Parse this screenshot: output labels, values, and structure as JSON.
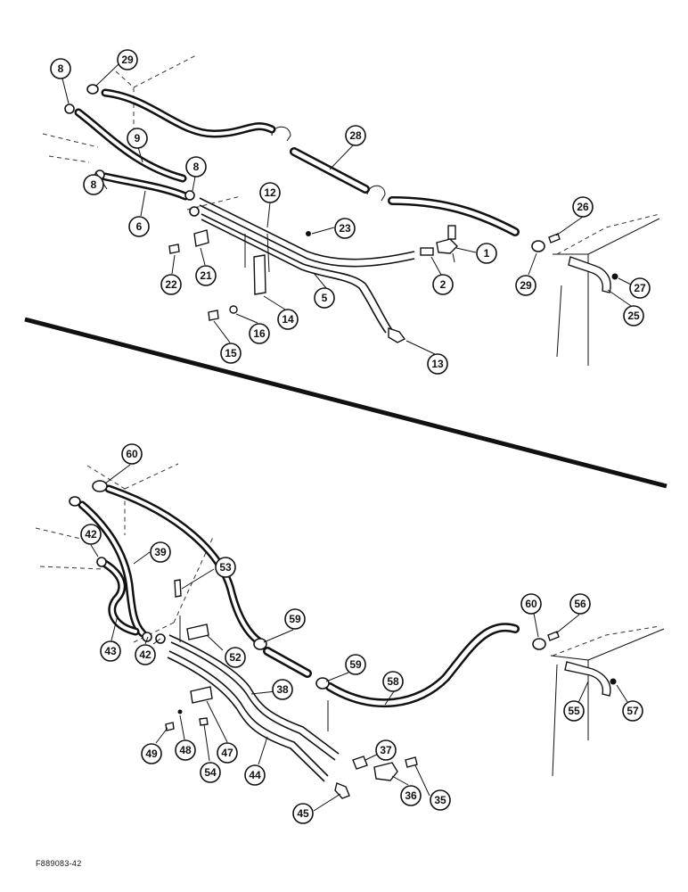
{
  "figure_code": "F889083-42",
  "callouts": {
    "c1": "1",
    "c2": "2",
    "c5": "5",
    "c6": "6",
    "c8a": "8",
    "c8b": "8",
    "c8c": "8",
    "c9": "9",
    "c12": "12",
    "c13": "13",
    "c14": "14",
    "c15": "15",
    "c16": "16",
    "c21": "21",
    "c22": "22",
    "c23": "23",
    "c25": "25",
    "c26": "26",
    "c27": "27",
    "c28": "28",
    "c29a": "29",
    "c29b": "29",
    "c35": "35",
    "c36": "36",
    "c37": "37",
    "c38": "38",
    "c39": "39",
    "c42a": "42",
    "c42b": "42",
    "c43": "43",
    "c44": "44",
    "c45": "45",
    "c47": "47",
    "c48": "48",
    "c49": "49",
    "c52": "52",
    "c53": "53",
    "c54": "54",
    "c55": "55",
    "c56": "56",
    "c57": "57",
    "c58": "58",
    "c59a": "59",
    "c59b": "59",
    "c60a": "60",
    "c60b": "60"
  }
}
